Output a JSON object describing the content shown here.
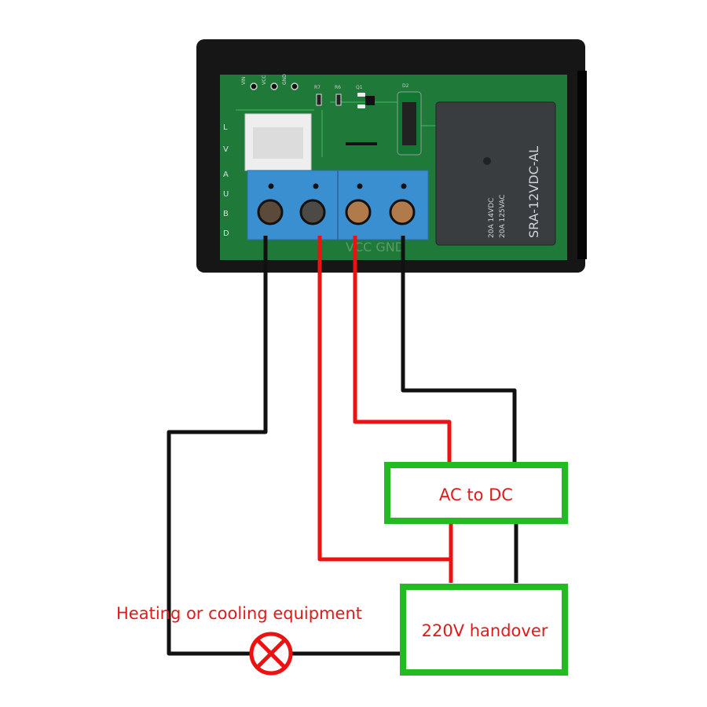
{
  "module": {
    "relay_model": "SRA-12VDC-AL",
    "relay_rating_dc": "20A 14VDC",
    "relay_rating_ac": "20A 125VAC",
    "header_pins": [
      "VIN",
      "VCC",
      "GND"
    ],
    "components": [
      "R7",
      "R6",
      "Q1",
      "D2"
    ],
    "terminal_labels": "VCC GND"
  },
  "diagram": {
    "ac_dc_label": "AC to DC",
    "handover_label": "220V handover",
    "load_label": "Heating or cooling equipment"
  },
  "colors": {
    "wire_black": "#111111",
    "wire_red": "#ee1111",
    "box_green": "#22bb22",
    "text_red": "#e01a1a",
    "pcb_green": "#1f7a3a",
    "terminal_blue": "#3a8fd0"
  }
}
